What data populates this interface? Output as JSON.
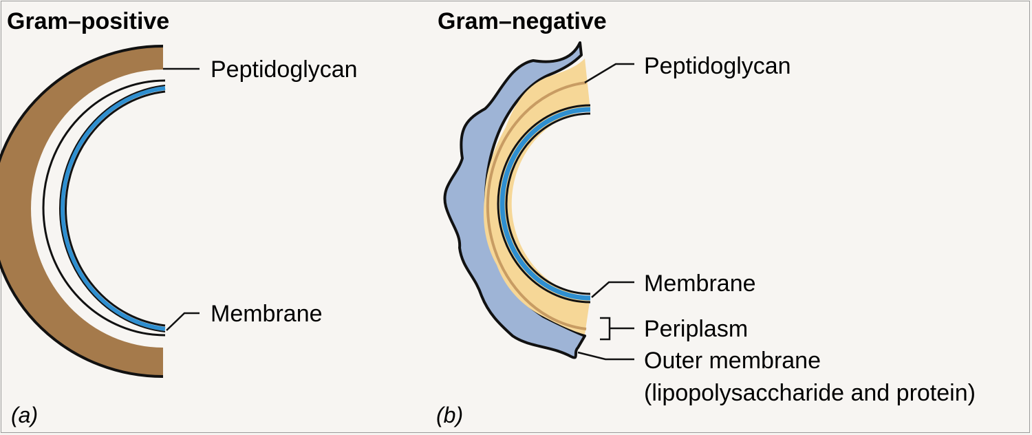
{
  "panels": [
    {
      "title": "Gram–positive",
      "tag": "(a)",
      "labels": {
        "peptidoglycan": "Peptidoglycan",
        "membrane": "Membrane"
      }
    },
    {
      "title": "Gram–negative",
      "tag": "(b)",
      "labels": {
        "peptidoglycan": "Peptidoglycan",
        "membrane": "Membrane",
        "periplasm": "Periplasm",
        "outer_membrane": "Outer membrane",
        "outer_membrane_detail": "(lipopolysaccharide and protein)"
      }
    }
  ],
  "colors": {
    "peptidoglycan_thick": "#a57a4b",
    "membrane": "#2f8fd0",
    "periplasm_fill": "#f6d797",
    "periplasm_line": "#c89c63",
    "outer_membrane": "#9eb4d6",
    "outline": "#111111",
    "background": "#f7f5f2"
  }
}
